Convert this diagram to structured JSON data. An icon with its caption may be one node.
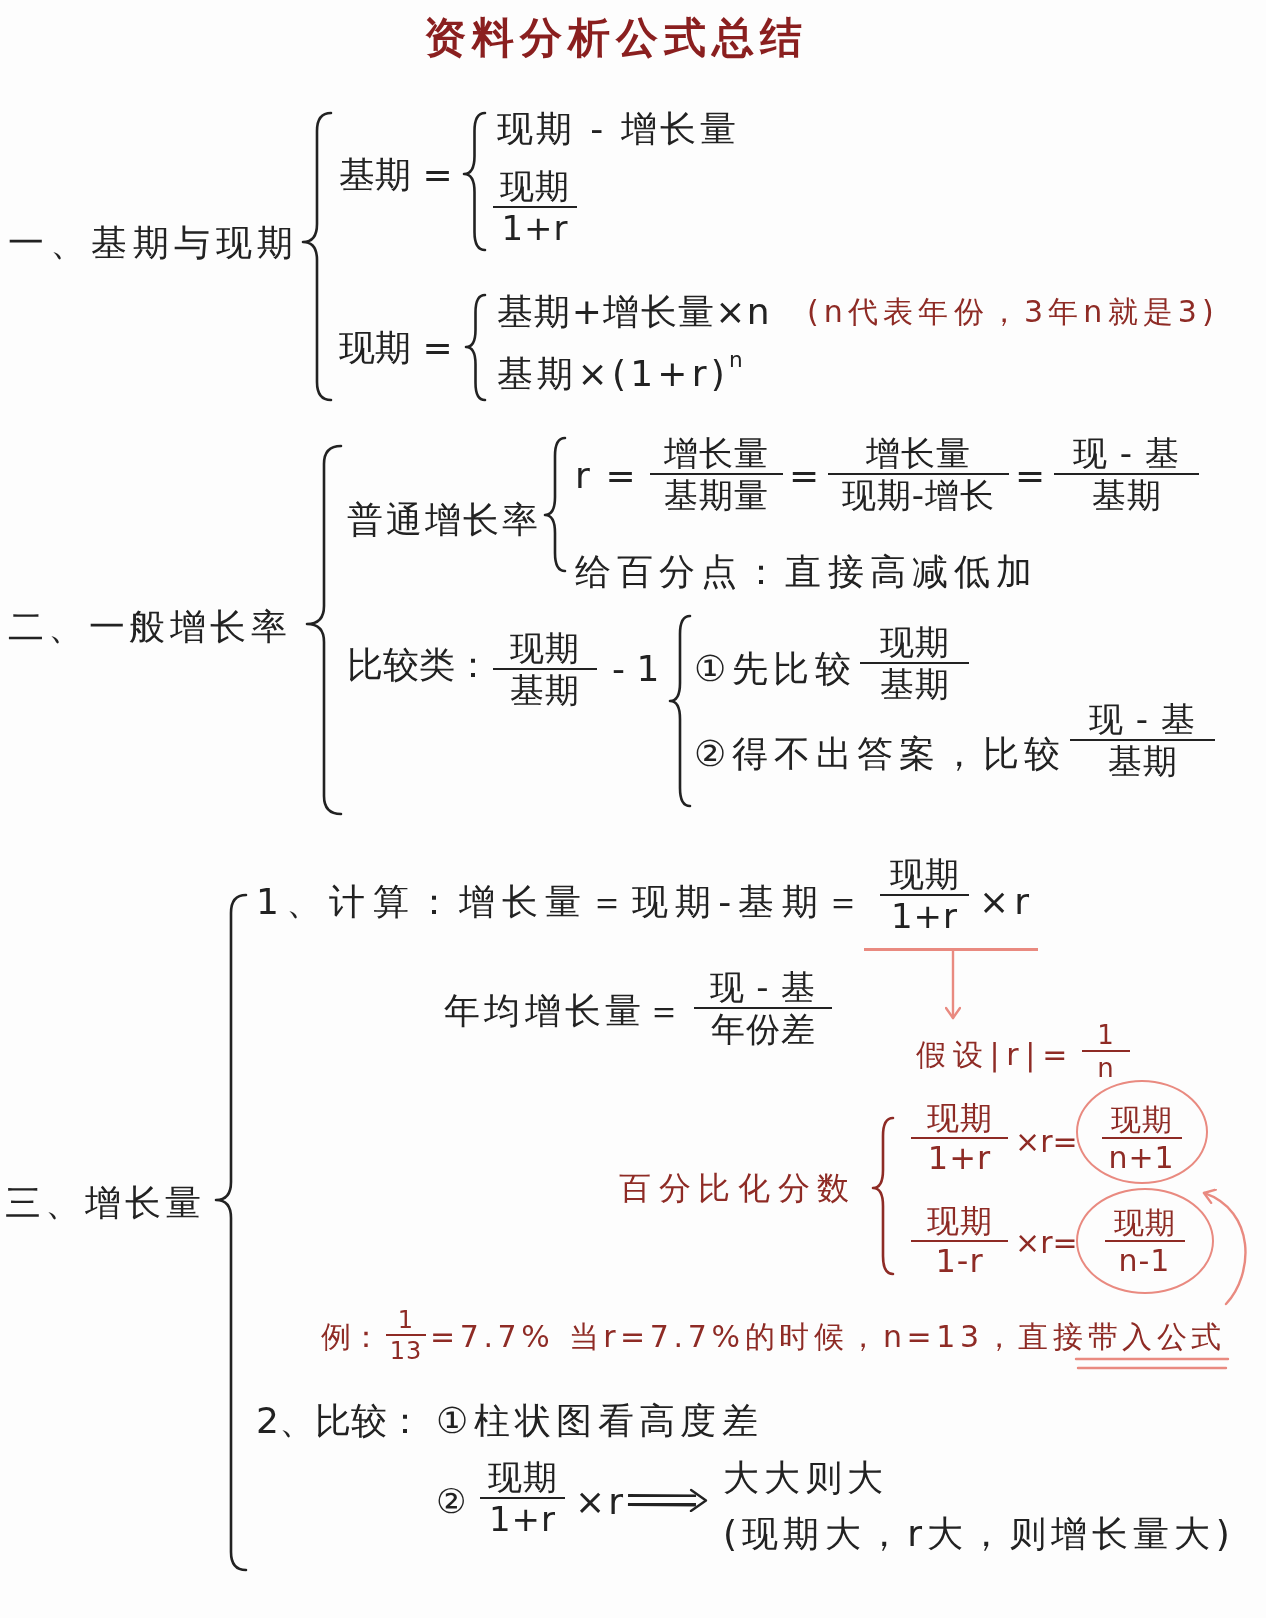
{
  "diagram": {
    "title": "资料分析公式总结",
    "nodes": [
      {
        "text": [
          "现期",
          "1+r",
          "×r"
        ]
      },
      {
        "text": [
          "假设|r|=",
          "1",
          "n"
        ]
      },
      {
        "text": [
          "现期",
          "n+1"
        ]
      },
      {
        "text": [
          "现期",
          "n-1"
        ]
      },
      {
        "text": [
          "例：",
          "1",
          "13",
          "=7.7% 当r=7.7%的时候，n=13，直接带入公式"
        ]
      },
      {
        "text": [
          "②",
          "现期",
          "1+r",
          "×r"
        ]
      },
      {
        "text": [
          "大大则大",
          "(现期大，r大，则增长量大)"
        ]
      }
    ],
    "edges": [
      {
        "from": 0,
        "to": 1,
        "arrow": "to"
      },
      {
        "from": 4,
        "to": 3,
        "arrow": "to"
      },
      {
        "from": 5,
        "to": 6,
        "arrow": "to",
        "color": "#222222"
      }
    ],
    "labels": [
      "一、基期与现期",
      "基期 =",
      "现期 - 增长量",
      "现期",
      "1+r",
      "现期 =",
      "基期+增长量×n",
      "(n代表年份，3年n就是3)",
      "基期×(1+r)$^{n}$",
      "二、一般增长率",
      "普通增长率",
      "r =",
      "增长量",
      "基期量",
      "=",
      "增长量",
      "现期-增长",
      "=",
      "现 - 基",
      "基期",
      "给百分点：直接高减低加",
      "比较类：",
      "现期",
      "基期",
      "- 1",
      "①先比较",
      "现期",
      "基期",
      "②得不出答案，比较",
      "现 - 基",
      "基期",
      "三、增长量",
      "1、计算：增长量＝现期-基期＝",
      "年均增长量＝",
      "现 - 基",
      "年份差",
      "百分比化分数",
      "现期",
      "1+r",
      "×r=",
      "现期",
      "1-r",
      "×r=",
      "2、比较：",
      "①柱状图看高度差"
    ]
  }
}
